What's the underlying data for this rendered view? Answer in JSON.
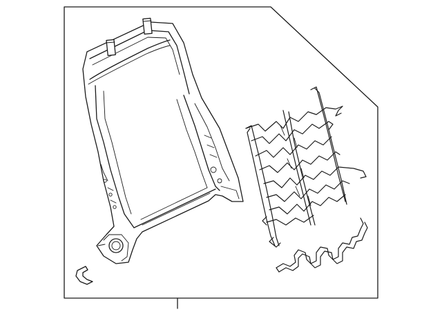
{
  "diagram": {
    "type": "exploded-parts-diagram",
    "parts": [
      {
        "part": "seat-back-frame",
        "icon": "seat-frame-icon"
      },
      {
        "part": "seat-spring-mat",
        "icon": "spring-mat-icon"
      },
      {
        "part": "zigzag-spring",
        "icon": "zigzag-spring-icon"
      },
      {
        "part": "retaining-clip",
        "icon": "clip-icon"
      }
    ],
    "colors": {
      "line": "#1a1a1a",
      "background": "#ffffff"
    }
  }
}
